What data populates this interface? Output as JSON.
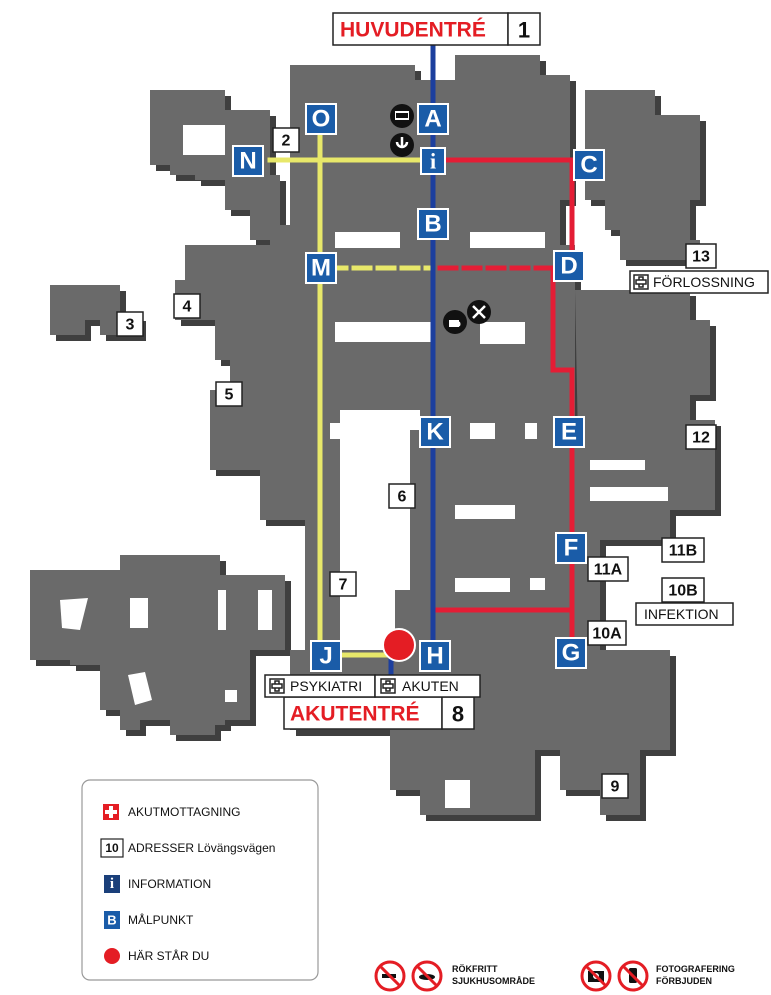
{
  "entrances": {
    "main": {
      "title": "HUVUDENTRÉ",
      "number": "1"
    },
    "emergency": {
      "title": "AKUTENTRÉ",
      "number": "8"
    }
  },
  "waypoints": [
    "A",
    "B",
    "C",
    "D",
    "E",
    "F",
    "G",
    "H",
    "J",
    "K",
    "M",
    "N",
    "O"
  ],
  "info_glyph": "i",
  "address_numbers": [
    "2",
    "3",
    "4",
    "5",
    "6",
    "7",
    "9",
    "10A",
    "10B",
    "11A",
    "11B",
    "12",
    "13"
  ],
  "labels": {
    "forlossning": "FÖRLOSSNING",
    "infektion": "INFEKTION",
    "psykiatri": "PSYKIATRI",
    "akuten": "AKUTEN"
  },
  "legend": {
    "items": [
      {
        "icon": "red-cross-icon",
        "text": "AKUTMOTTAGNING"
      },
      {
        "icon": "address-number-icon",
        "sample": "10",
        "text": "ADRESSER Lövängsvägen"
      },
      {
        "icon": "info-icon",
        "sample": "i",
        "text": "INFORMATION"
      },
      {
        "icon": "waypoint-icon",
        "sample": "B",
        "text": "MÅLPUNKT"
      },
      {
        "icon": "red-dot-icon",
        "text": "HÄR STÅR DU"
      }
    ]
  },
  "footer": {
    "smoke_free": [
      "RÖKFRITT",
      "SJUKHUSOMRÅDE"
    ],
    "no_photo": [
      "FOTOGRAFERING",
      "FÖRBJUDEN"
    ]
  },
  "colors": {
    "building": "#6a6a6a",
    "waypoint": "#1a5ca8",
    "route_blue": "#1c3f9e",
    "route_red": "#e41d35",
    "route_yellow": "#e8e86a",
    "accent_red": "#e41d24"
  }
}
